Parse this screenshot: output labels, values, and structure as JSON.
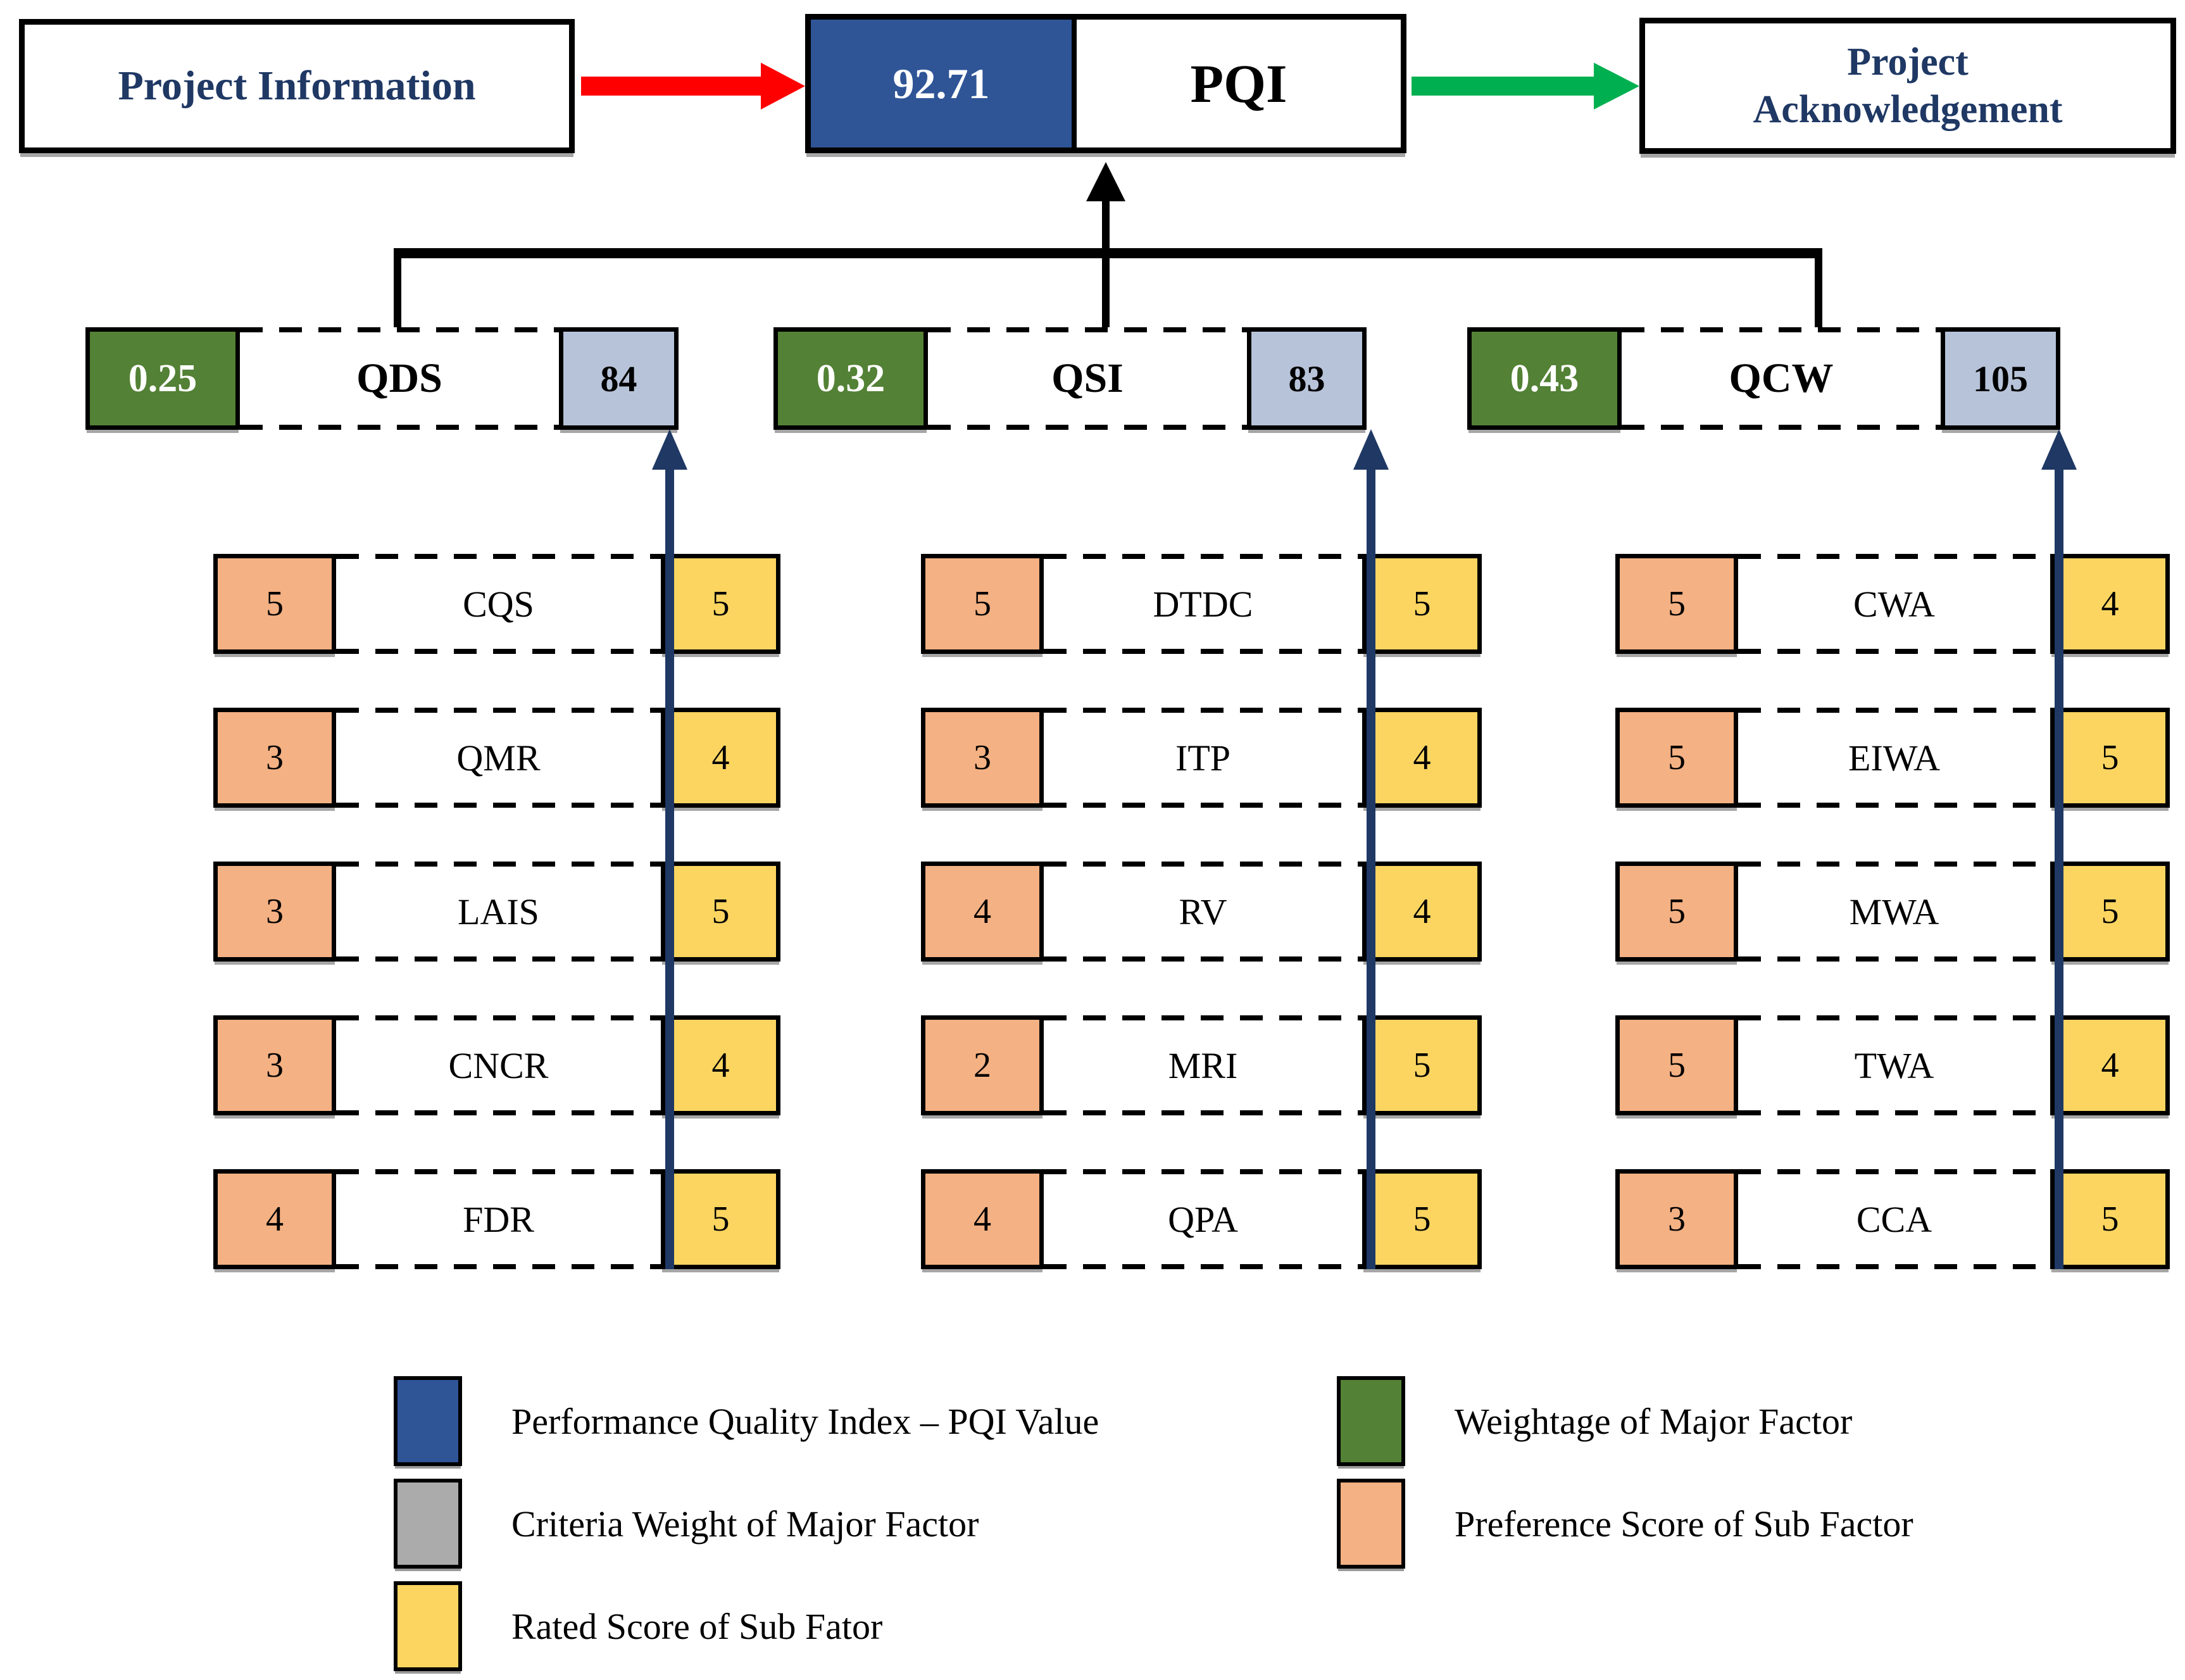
{
  "flow": {
    "project_information": "Project Information",
    "pqi_value": "92.71",
    "pqi_label": "PQI",
    "project_acknowledgement": "Project Acknowledgement"
  },
  "major_factors": [
    {
      "weight": "0.25",
      "code": "QDS",
      "criteria_weight": "84",
      "sub_factors": [
        {
          "preference": "5",
          "code": "CQS",
          "rated": "5"
        },
        {
          "preference": "3",
          "code": "QMR",
          "rated": "4"
        },
        {
          "preference": "3",
          "code": "LAIS",
          "rated": "5"
        },
        {
          "preference": "3",
          "code": "CNCR",
          "rated": "4"
        },
        {
          "preference": "4",
          "code": "FDR",
          "rated": "5"
        }
      ]
    },
    {
      "weight": "0.32",
      "code": "QSI",
      "criteria_weight": "83",
      "sub_factors": [
        {
          "preference": "5",
          "code": "DTDC",
          "rated": "5"
        },
        {
          "preference": "3",
          "code": "ITP",
          "rated": "4"
        },
        {
          "preference": "4",
          "code": "RV",
          "rated": "4"
        },
        {
          "preference": "2",
          "code": "MRI",
          "rated": "5"
        },
        {
          "preference": "4",
          "code": "QPA",
          "rated": "5"
        }
      ]
    },
    {
      "weight": "0.43",
      "code": "QCW",
      "criteria_weight": "105",
      "sub_factors": [
        {
          "preference": "5",
          "code": "CWA",
          "rated": "4"
        },
        {
          "preference": "5",
          "code": "EIWA",
          "rated": "5"
        },
        {
          "preference": "5",
          "code": "MWA",
          "rated": "5"
        },
        {
          "preference": "5",
          "code": "TWA",
          "rated": "4"
        },
        {
          "preference": "3",
          "code": "CCA",
          "rated": "5"
        }
      ]
    }
  ],
  "legend": {
    "left": [
      {
        "color": "#2F5597",
        "label": "Performance Quality Index – PQI Value"
      },
      {
        "color": "#ABABAB",
        "label": "Criteria Weight of Major Factor"
      },
      {
        "color": "#FBD560",
        "label": "Rated Score of Sub Fator"
      }
    ],
    "right": [
      {
        "color": "#538135",
        "label": "Weightage of Major Factor"
      },
      {
        "color": "#F4B183",
        "label": "Preference Score of Sub Factor"
      }
    ]
  },
  "colors": {
    "pqi_blue": "#2F5597",
    "weight_green": "#538135",
    "criteria_blue_grey": "#B7C3D9",
    "legend_grey": "#ABABAB",
    "preference_orange": "#F4B183",
    "rated_yellow": "#FBD560",
    "navy_text_and_arrows": "#1F3864",
    "red_arrow": "#FF0000",
    "green_arrow": "#00B050"
  }
}
